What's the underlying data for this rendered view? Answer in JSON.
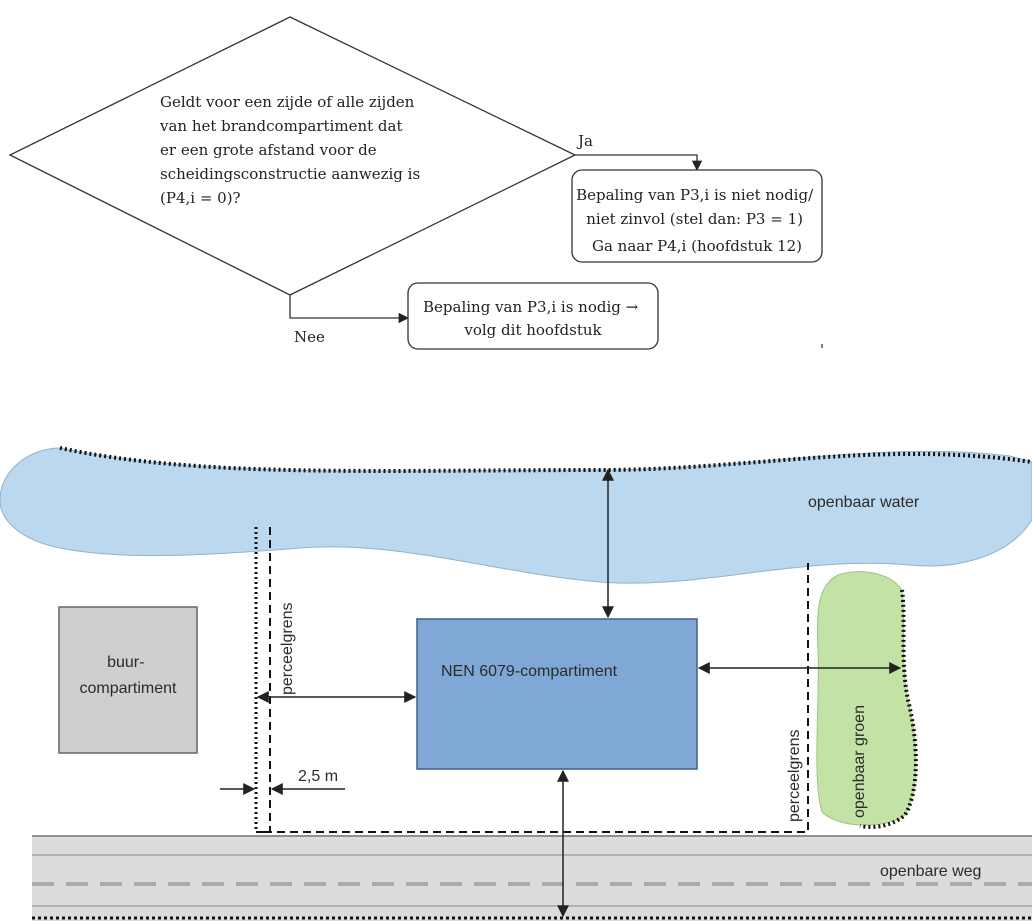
{
  "flowchart": {
    "question": [
      "Geldt voor een zijde of alle zijden",
      "van het brandcompartiment dat",
      "er een grote afstand voor de",
      "scheidingsconstructie aanwezig is",
      "(P4,i = 0)?"
    ],
    "yes_label": "Ja",
    "no_label": "Nee",
    "yes_box": [
      "Bepaling van P3,i is niet nodig/",
      "niet zinvol (stel dan: P3 = 1)",
      "Ga naar P4,i (hoofdstuk 12)"
    ],
    "no_box": [
      "Bepaling van P3,i is nodig →",
      "volg dit hoofdstuk"
    ]
  },
  "diagram": {
    "water_label": "openbaar water",
    "green_label": "openbaar groen",
    "road_label": "openbare weg",
    "neighbour_label": [
      "buur-",
      "compartiment"
    ],
    "compartment_label": "NEN 6079-compartiment",
    "boundary_label": "perceelgrens",
    "distance_label": "2,5 m",
    "colors": {
      "water_fill": "#bcd8ee",
      "green_fill": "#c3e3a6",
      "compartment_fill": "#7fa8d6",
      "neighbour_fill": "#cfcfcf",
      "road_fill": "#dcdcdc"
    }
  }
}
